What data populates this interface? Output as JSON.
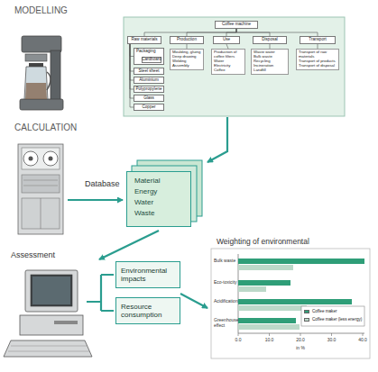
{
  "diagram": {
    "nodes": [
      {
        "text": [
          "Coffee machine"
        ]
      },
      {
        "text": [
          "Raw materials"
        ]
      },
      {
        "text": [
          "Production"
        ]
      },
      {
        "text": [
          "Use"
        ]
      },
      {
        "text": [
          "Disposal"
        ]
      },
      {
        "text": [
          "Transport"
        ]
      },
      {
        "text": [
          "Packaging"
        ]
      },
      {
        "text": [
          "Cardboard"
        ],
        "in": 6
      },
      {
        "text": [
          "Steel sheet"
        ]
      },
      {
        "text": [
          "Aluminium"
        ]
      },
      {
        "text": [
          "Polypropylene"
        ]
      },
      {
        "text": [
          "Glass"
        ]
      },
      {
        "text": [
          "Copper"
        ]
      },
      {
        "text": [
          "Moulding, gluing",
          "Deep drawing",
          "Welding",
          "Assembly"
        ]
      },
      {
        "text": [
          "Production of coffee filters",
          "Water",
          "Electricity",
          "Coffee"
        ]
      },
      {
        "text": [
          "Waste water",
          "Bulk waste",
          "Recycling",
          "Incineration",
          "Landfill"
        ]
      },
      {
        "text": [
          "Transport of raw materials",
          "Transport of products",
          "Transport of disposal"
        ]
      },
      {
        "text": [
          "Material",
          "Energy",
          "Water",
          "Waste"
        ]
      },
      {
        "text": [
          "Environmental impacts"
        ]
      },
      {
        "text": [
          "Resource consumption"
        ]
      }
    ],
    "edges": [
      {
        "from": 0,
        "to": 1,
        "arrow": "none"
      },
      {
        "from": 0,
        "to": 2,
        "arrow": "none"
      },
      {
        "from": 0,
        "to": 3,
        "arrow": "none"
      },
      {
        "from": 0,
        "to": 4,
        "arrow": "none"
      },
      {
        "from": 0,
        "to": 5,
        "arrow": "none"
      },
      {
        "from": 1,
        "to": 6,
        "arrow": "none"
      },
      {
        "from": 1,
        "to": 8,
        "arrow": "none"
      },
      {
        "from": 1,
        "to": 9,
        "arrow": "none"
      },
      {
        "from": 1,
        "to": 10,
        "arrow": "none"
      },
      {
        "from": 1,
        "to": 11,
        "arrow": "none"
      },
      {
        "from": 1,
        "to": 12,
        "arrow": "none"
      },
      {
        "from": 2,
        "to": 13,
        "arrow": "none"
      },
      {
        "from": 3,
        "to": 14,
        "arrow": "none"
      },
      {
        "from": 4,
        "to": 15,
        "arrow": "none"
      },
      {
        "from": 5,
        "to": 16,
        "arrow": "none"
      }
    ],
    "labels": [
      "MODELLING",
      "CALCULATION",
      "Database",
      "Assessment",
      "Weighting of environmental",
      "Bulk waste",
      "Eco-toxicity",
      "Acidification",
      "Greenhouse effect",
      "0.0",
      "10.0",
      "20.0",
      "30.0",
      "40.0",
      "in %"
    ],
    "legend": [
      {
        "text": "Coffee maker",
        "color": "#2f9e78"
      },
      {
        "text": "Coffee maker (less energy)",
        "color": "#bcd9c9"
      }
    ]
  }
}
